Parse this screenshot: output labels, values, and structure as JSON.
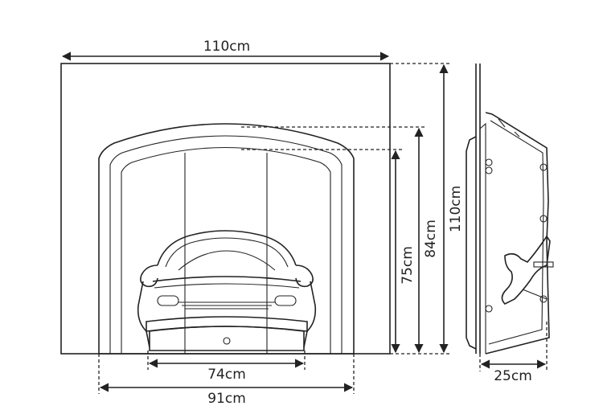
{
  "dimensions": {
    "overall_width": "110cm",
    "overall_height": "110cm",
    "arch_height": "84cm",
    "opening_height": "75cm",
    "grate_width": "74cm",
    "opening_width": "91cm",
    "depth": "25cm"
  },
  "colors": {
    "line": "#222222",
    "background": "#ffffff"
  }
}
